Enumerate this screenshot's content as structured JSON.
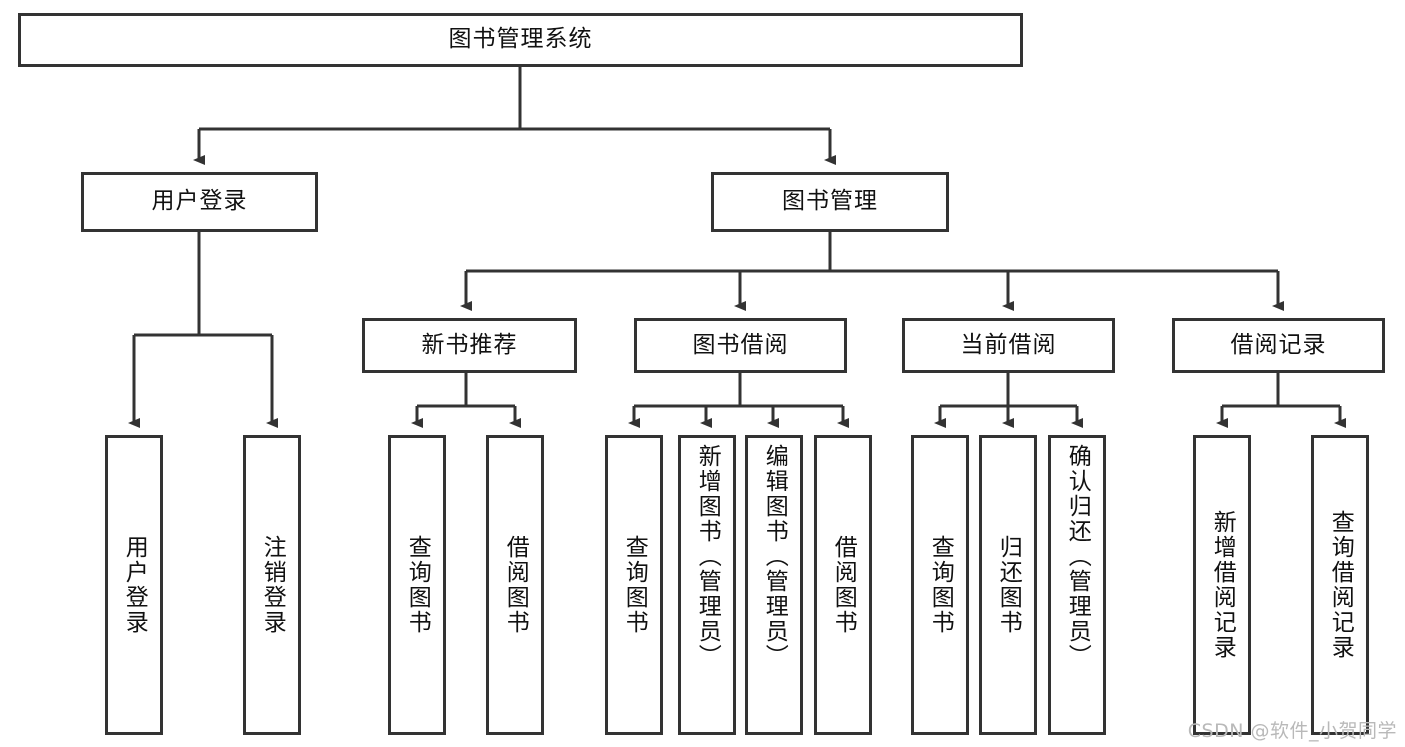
{
  "diagram": {
    "title": "图书管理系统",
    "type": "tree-hierarchy-chart",
    "root": {
      "label": "图书管理系统"
    },
    "level2": [
      {
        "id": "user-login",
        "label": "用户登录"
      },
      {
        "id": "book-management",
        "label": "图书管理"
      }
    ],
    "level3": [
      {
        "id": "new-book-recommend",
        "label": "新书推荐",
        "parent": "book-management"
      },
      {
        "id": "book-borrow",
        "label": "图书借阅",
        "parent": "book-management"
      },
      {
        "id": "current-borrow",
        "label": "当前借阅",
        "parent": "book-management"
      },
      {
        "id": "borrow-record",
        "label": "借阅记录",
        "parent": "book-management"
      }
    ],
    "leaves": [
      {
        "id": "leaf-user-login",
        "label": "用户登录",
        "parent": "user-login"
      },
      {
        "id": "leaf-logout-login",
        "label": "注销登录",
        "parent": "user-login"
      },
      {
        "id": "leaf-query-book-1",
        "label": "查询图书",
        "parent": "new-book-recommend"
      },
      {
        "id": "leaf-borrow-book-1",
        "label": "借阅图书",
        "parent": "new-book-recommend"
      },
      {
        "id": "leaf-query-book-2",
        "label": "查询图书",
        "parent": "book-borrow"
      },
      {
        "id": "leaf-add-book-admin",
        "label": "新增图书（管理员）",
        "parent": "book-borrow"
      },
      {
        "id": "leaf-edit-book-admin",
        "label": "编辑图书（管理员）",
        "parent": "book-borrow"
      },
      {
        "id": "leaf-borrow-book-2",
        "label": "借阅图书",
        "parent": "book-borrow"
      },
      {
        "id": "leaf-query-book-3",
        "label": "查询图书",
        "parent": "current-borrow"
      },
      {
        "id": "leaf-return-book",
        "label": "归还图书",
        "parent": "current-borrow"
      },
      {
        "id": "leaf-confirm-return-admin",
        "label": "确认归还（管理员）",
        "parent": "current-borrow"
      },
      {
        "id": "leaf-add-borrow-record",
        "label": "新增借阅记录",
        "parent": "borrow-record"
      },
      {
        "id": "leaf-query-borrow-record",
        "label": "查询借阅记录",
        "parent": "borrow-record"
      }
    ],
    "watermark": "CSDN @软件_小贺同学",
    "colors": {
      "stroke": "#333333",
      "background": "#ffffff",
      "text": "#111111",
      "watermark": "#b9b9b9"
    }
  }
}
